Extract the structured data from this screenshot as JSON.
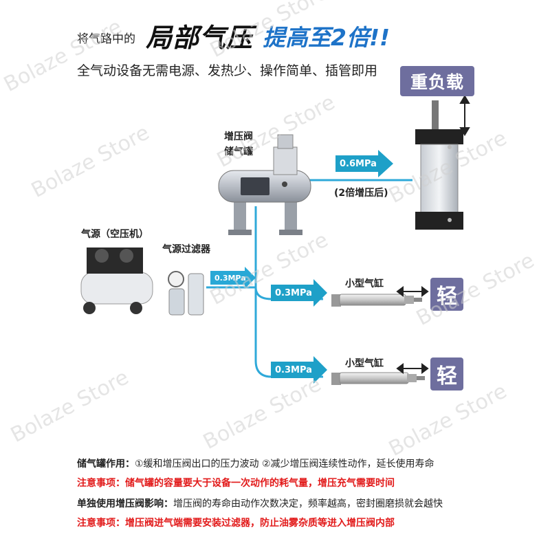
{
  "header": {
    "prefix": "将气路中的",
    "highlight": "局部气压",
    "highlight_blue": "提高至2倍!!",
    "subtitle": "全气动设备无需电源、发热少、操作简单、插管即用"
  },
  "badges": {
    "heavy": "重负载",
    "light": "轻"
  },
  "labels": {
    "booster_line1": "增压阀",
    "booster_line2": "储气罐",
    "air_source": "气源（空压机）",
    "filter": "气源过滤器",
    "small_cylinder": "小型气缸",
    "boost_note": "(2倍增压后)"
  },
  "pressures": {
    "high": "0.6MPa",
    "source": "0.3MPa",
    "branch1": "0.3MPa",
    "branch2": "0.3MPa"
  },
  "notes": {
    "tank_title": "储气罐作用：",
    "tank_effect": "①缓和增压阀出口的压力波动  ②减少增压阀连续性动作，延长使用寿命",
    "caution_label": "注意事项：",
    "tank_caution": "储气罐的容量要大于设备一次动作的耗气量，增压充气需要时间",
    "single_title": "单独使用增压阀影响：",
    "single_effect": "增压阀的寿命由动作次数决定，频率越高，密封圈磨损就会越快",
    "filter_caution": "增压阀进气端需要安装过滤器，防止油雾杂质等进入增压阀内部"
  },
  "watermark": "Bolaze Store",
  "colors": {
    "pipe": "#2fa9d9",
    "arrow": "#1ea0c8",
    "badge": "#6e6e9e",
    "title_blue": "#1e73c8",
    "caution": "#e21b1b"
  }
}
